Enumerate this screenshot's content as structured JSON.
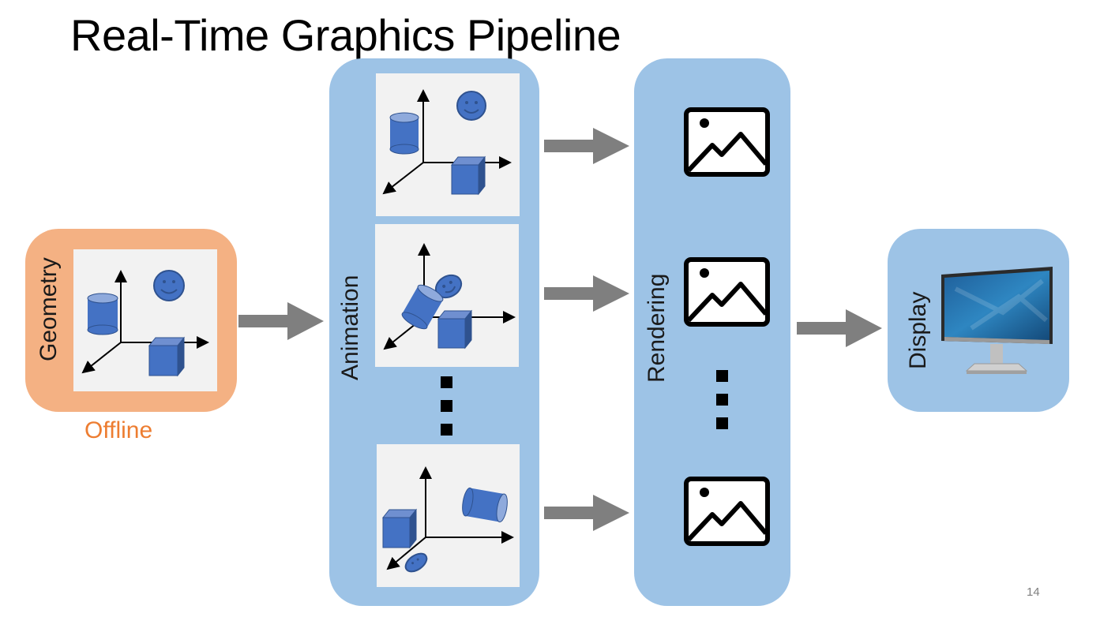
{
  "title": "Real-Time Graphics Pipeline",
  "stages": {
    "geometry": {
      "label": "Geometry",
      "color": "#f4b183"
    },
    "animation": {
      "label": "Animation",
      "color": "#9dc3e6"
    },
    "rendering": {
      "label": "Rendering",
      "color": "#9dc3e6"
    },
    "display": {
      "label": "Display",
      "color": "#9dc3e6"
    }
  },
  "offline_label": "Offline",
  "offline_color": "#ed7d31",
  "page_number": "14",
  "icons": {
    "scene_object_color": "#4472c4",
    "arrow_color": "#7f7f7f",
    "frame_icon": "image-icon",
    "display_icon": "monitor-icon"
  }
}
